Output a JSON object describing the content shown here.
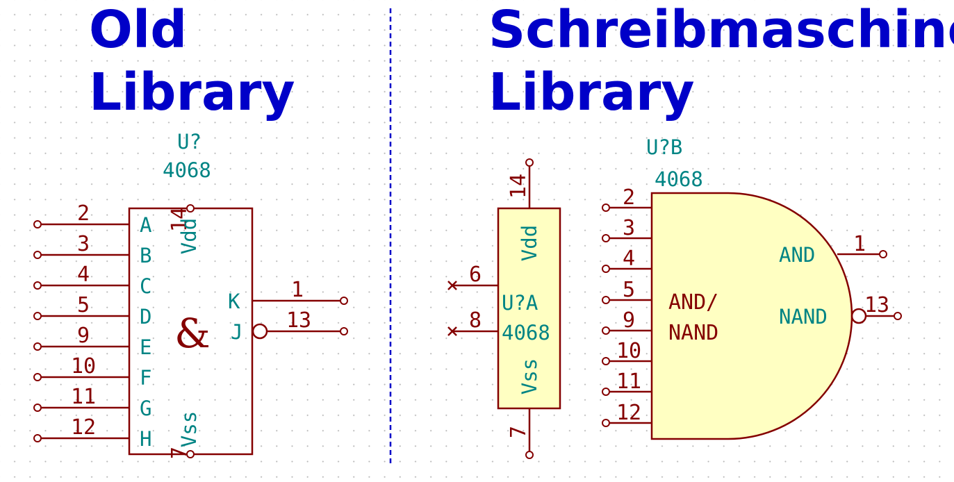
{
  "colors": {
    "wire": "#840000",
    "label": "#008484",
    "heading": "#0000c8",
    "gate_fill": "#ffffc2",
    "divider": "#0000c8"
  },
  "headings": {
    "old": "Old\nLibrary",
    "new": "Schreibmaschine\nLibrary"
  },
  "old_symbol": {
    "reference": "U?",
    "value": "4068",
    "center_label": "&",
    "power_pin_top": "14",
    "power_pin_bottom": "7",
    "vdd": "Vdd",
    "vss": "Vss",
    "inputs": [
      {
        "pin": "2",
        "name": "A"
      },
      {
        "pin": "3",
        "name": "B"
      },
      {
        "pin": "4",
        "name": "C"
      },
      {
        "pin": "5",
        "name": "D"
      },
      {
        "pin": "9",
        "name": "E"
      },
      {
        "pin": "10",
        "name": "F"
      },
      {
        "pin": "11",
        "name": "G"
      },
      {
        "pin": "12",
        "name": "H"
      }
    ],
    "outputs": [
      {
        "pin": "1",
        "name": "K"
      },
      {
        "pin": "13",
        "name": "J"
      }
    ]
  },
  "power_unit": {
    "reference": "U?A",
    "value": "4068",
    "vdd": "Vdd",
    "vss": "Vss",
    "pin_top": "14",
    "pin_bottom": "7",
    "nc_pins": [
      "6",
      "8"
    ]
  },
  "gate_unit": {
    "reference": "U?B",
    "value": "4068",
    "center_label_1": "AND/",
    "center_label_2": "NAND",
    "output_and": "AND",
    "output_nand": "NAND",
    "inputs": [
      "2",
      "3",
      "4",
      "5",
      "9",
      "10",
      "11",
      "12"
    ],
    "output_pins": [
      "1",
      "13"
    ]
  }
}
